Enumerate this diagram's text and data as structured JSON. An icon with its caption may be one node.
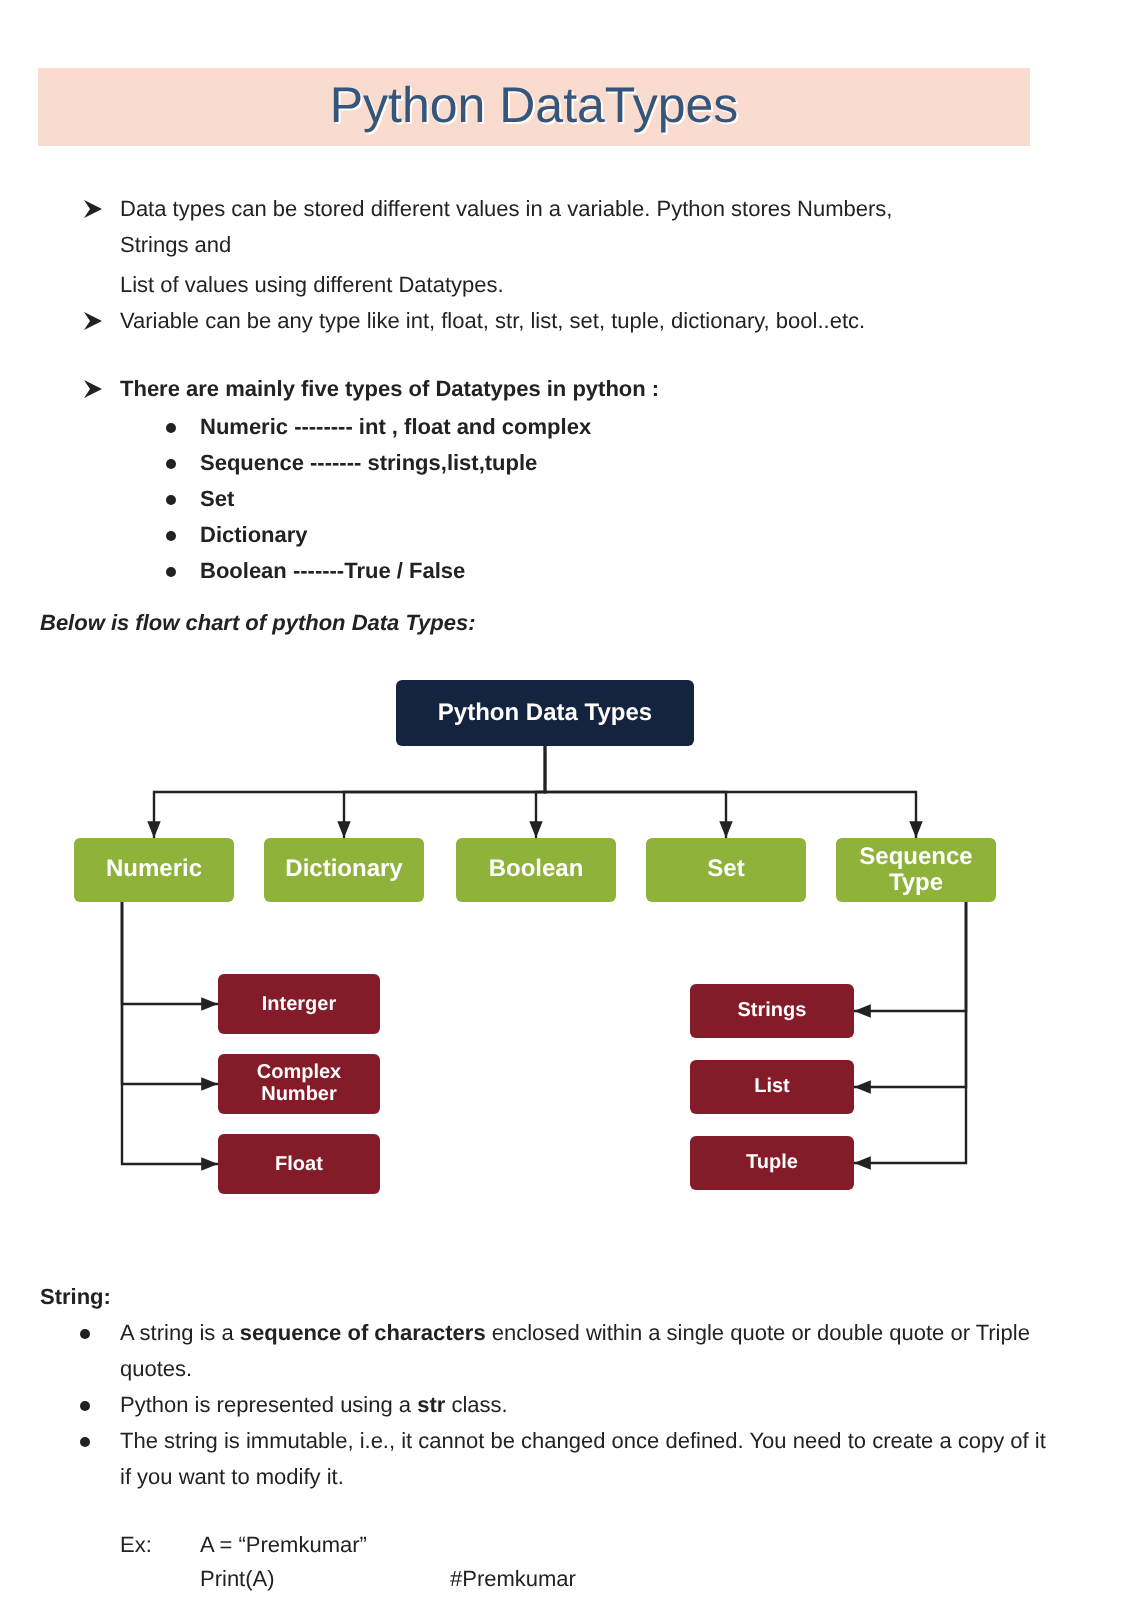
{
  "diagram": {
    "title": "Python DataTypes",
    "nodes": [
      {
        "text": [
          "Python Data Types"
        ]
      },
      {
        "text": [
          "Numeric"
        ]
      },
      {
        "text": [
          "Dictionary"
        ]
      },
      {
        "text": [
          "Boolean"
        ]
      },
      {
        "text": [
          "Set"
        ]
      },
      {
        "text": [
          "Sequence Type"
        ]
      },
      {
        "text": [
          "Interger"
        ]
      },
      {
        "text": [
          "Complex Number"
        ]
      },
      {
        "text": [
          "Float"
        ]
      },
      {
        "text": [
          "Strings"
        ]
      },
      {
        "text": [
          "List"
        ]
      },
      {
        "text": [
          "Tuple"
        ]
      }
    ],
    "edges": [
      {
        "from": 0,
        "to": 1,
        "arrow": "to"
      },
      {
        "from": 0,
        "to": 2,
        "arrow": "to"
      },
      {
        "from": 0,
        "to": 3,
        "arrow": "to"
      },
      {
        "from": 0,
        "to": 4,
        "arrow": "to"
      },
      {
        "from": 0,
        "to": 5,
        "arrow": "to"
      },
      {
        "from": 1,
        "to": 6,
        "arrow": "to"
      },
      {
        "from": 1,
        "to": 7,
        "arrow": "to"
      },
      {
        "from": 1,
        "to": 8,
        "arrow": "to"
      },
      {
        "from": 5,
        "to": 9,
        "arrow": "to"
      },
      {
        "from": 5,
        "to": 10,
        "arrow": "to"
      },
      {
        "from": 5,
        "to": 11,
        "arrow": "to"
      }
    ],
    "labels": [
      "Data types can be stored different values in a variable. Python stores Numbers, Strings and",
      "List of values using different Datatypes.",
      "Variable can be any type like int, float, str, list, set, tuple, dictionary, bool..etc.",
      "There are mainly five types of Datatypes in python :",
      "Numeric -------- int , float and complex",
      "Sequence ------- strings,list,tuple",
      "Set",
      "Dictionary",
      "Boolean -------True / False",
      "Below is flow chart of python Data Types:",
      "String:",
      "A string is a **sequence of characters** enclosed within a single quote or double quote or Triple quotes.",
      "Python is represented using a **str** class.",
      "The string is immutable, i.e., it cannot be changed once defined. You need to create a copy of it if you want to modify it.",
      "Ex:",
      "A = “Premkumar”",
      "Print(A)",
      "#Premkumar"
    ]
  }
}
